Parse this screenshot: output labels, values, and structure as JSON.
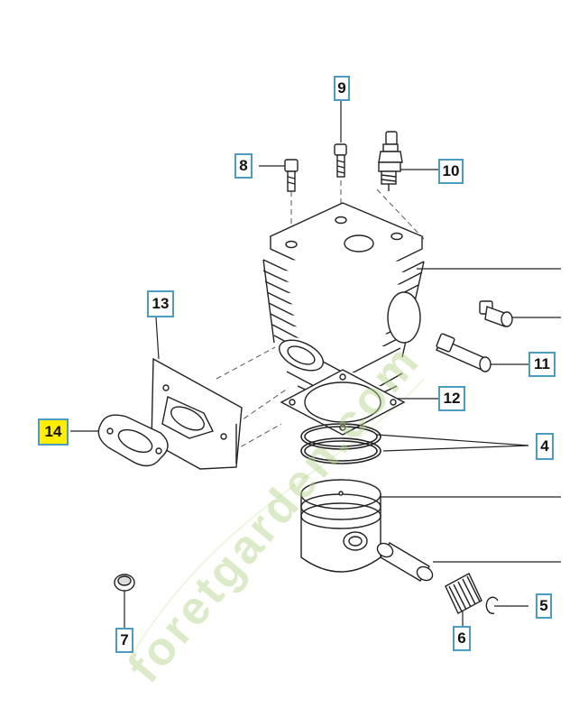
{
  "diagram": {
    "callouts": {
      "c9": "9",
      "c8": "8",
      "c10": "10",
      "c13": "13",
      "c14": "14",
      "c11": "11",
      "c12": "12",
      "c4": "4",
      "c5": "5",
      "c6": "6",
      "c7": "7"
    },
    "highlighted_callout": "14",
    "highlight_color": "#ffee00",
    "callout_border_color": "#4a9cc0"
  },
  "watermark": {
    "text": "foretgarden.com",
    "colors": [
      "#c8e6a0",
      "#e8c890",
      "#c8c0b0"
    ]
  }
}
